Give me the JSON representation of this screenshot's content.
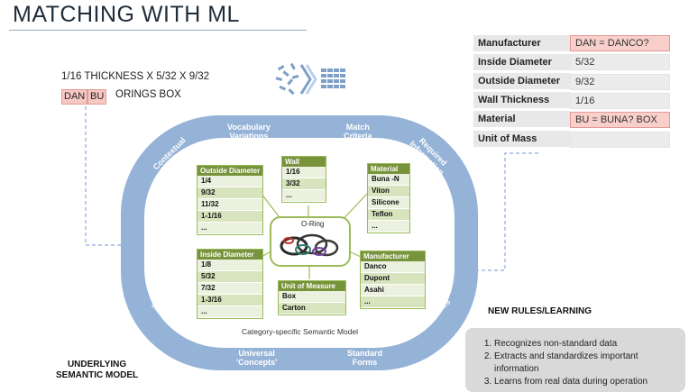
{
  "title": "MATCHING WITH ML",
  "raw_input": {
    "line": "1/16 THICKNESS X 5/32 X  9/32",
    "tags": [
      "DAN",
      "BU"
    ],
    "rest": "ORINGS BOX"
  },
  "attributes": [
    {
      "label": "Manufacturer",
      "value": "DAN = DANCO?",
      "flag": true
    },
    {
      "label": "Inside Diameter",
      "value": "5/32",
      "flag": false
    },
    {
      "label": "Outside Diameter",
      "value": "9/32",
      "flag": false
    },
    {
      "label": "Wall Thickness",
      "value": "1/16",
      "flag": false
    },
    {
      "label": "Material",
      "value": "BU = BUNA?  BOX",
      "flag": true
    },
    {
      "label": "Unit of Mass",
      "value": "",
      "flag": false
    }
  ],
  "ring_labels": {
    "vocabulary": "Vocabulary\nVariations",
    "match": "Match\nCriteria",
    "required": "Required\nInformation",
    "contextual_parsing": "Contextual\nParsing",
    "contextual_inference": "Contextual\nInference",
    "language": "Language\nGlossaries",
    "universal": "Universal\n'Concepts'",
    "standard": "Standard\nForms"
  },
  "categories": {
    "outside_diameter": {
      "header": "Outside Diameter",
      "rows": [
        "1/4",
        "9/32",
        "11/32",
        "1-1/16",
        "..."
      ]
    },
    "wall": {
      "header": "Wall",
      "rows": [
        "1/16",
        "3/32",
        "..."
      ]
    },
    "material": {
      "header": "Material",
      "rows": [
        "Buna -N",
        "Viton",
        "Silicone",
        "Teflon",
        "..."
      ]
    },
    "inside_diameter": {
      "header": "Inside Diameter",
      "rows": [
        "1/8",
        "5/32",
        "7/32",
        "1-3/16",
        "..."
      ]
    },
    "manufacturer": {
      "header": "Manufacturer",
      "rows": [
        "Danco",
        "Dupont",
        "Asahi",
        "..."
      ]
    },
    "unit_of_measure": {
      "header": "Unit of Measure",
      "rows": [
        "Box",
        "Carton"
      ]
    }
  },
  "center_label": "O-Ring",
  "model_caption": "Category-specific Semantic Model",
  "underlying_label": "UNDERLYING\nSEMANTIC MODEL",
  "new_rules_title": "NEW RULES/LEARNING",
  "learning_items": [
    "Recognizes non-standard data",
    "Extracts and standardizes important information",
    "Learns from real data during operation"
  ],
  "colors": {
    "ring": "#95b3d7",
    "category_header": "#77933c",
    "category_border": "#9bbb59",
    "flag": "#f8cfcb"
  }
}
